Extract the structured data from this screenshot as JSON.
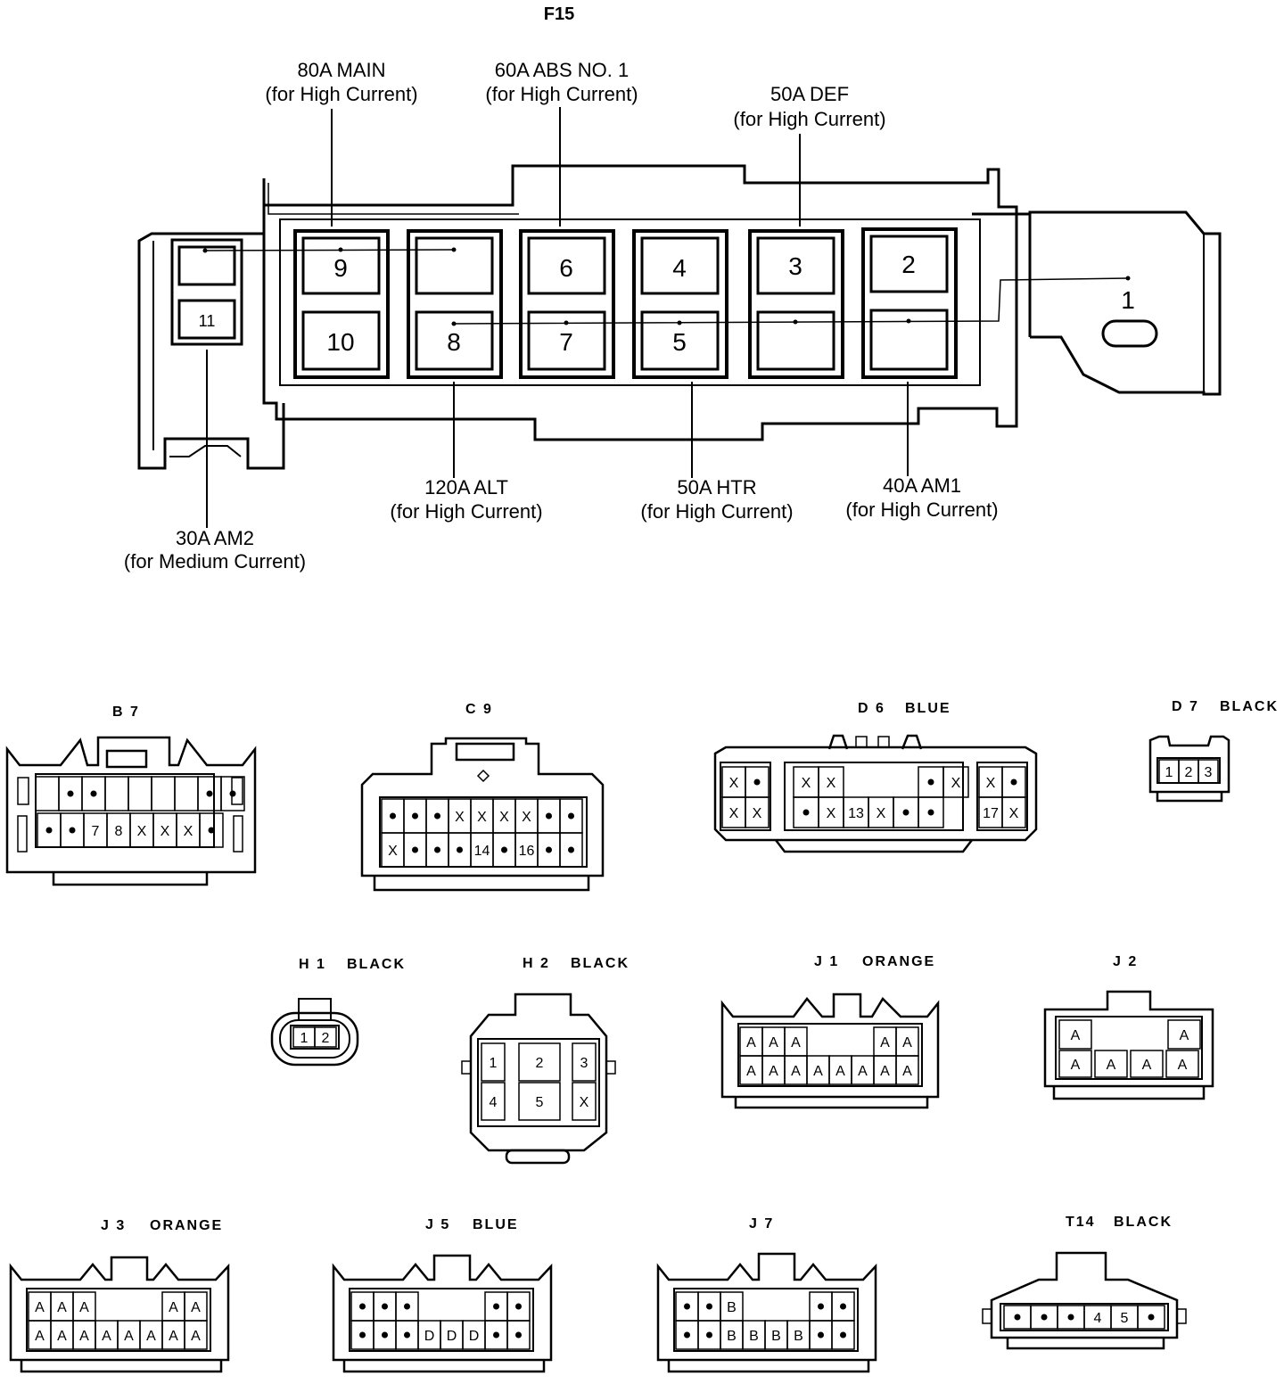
{
  "title": "F15",
  "fusible_labels": [
    {
      "amp": "80A MAIN",
      "type": "(for High Current)"
    },
    {
      "amp": "60A ABS NO. 1",
      "type": "(for High Current)"
    },
    {
      "amp": "50A DEF",
      "type": "(for High Current)"
    },
    {
      "amp": "120A ALT",
      "type": "(for High Current)"
    },
    {
      "amp": "50A HTR",
      "type": "(for High Current)"
    },
    {
      "amp": "40A AM1",
      "type": "(for High Current)"
    },
    {
      "amp": "30A AM2",
      "type": "(for Medium Current)"
    }
  ],
  "slot_numbers": {
    "s9": "9",
    "s10": "10",
    "s8": "8",
    "s6": "6",
    "s7": "7",
    "s4": "4",
    "s5": "5",
    "s3": "3",
    "s2": "2",
    "s1": "1",
    "s11": "11"
  },
  "connectors": {
    "B7": {
      "name": "B 7",
      "color": "",
      "rows": [
        [
          "",
          "•",
          "•",
          "",
          "",
          "",
          "",
          "•",
          "•"
        ],
        [
          "•",
          "•",
          "7",
          "8",
          "X",
          "X",
          "X",
          "•"
        ]
      ]
    },
    "C9": {
      "name": "C 9",
      "color": "",
      "rows": [
        [
          "•",
          "•",
          "•",
          "X",
          "X",
          "X",
          "X",
          "•",
          "•"
        ],
        [
          "X",
          "•",
          "•",
          "•",
          "14",
          "•",
          "16",
          "•",
          "•"
        ]
      ]
    },
    "D6": {
      "name": "D 6",
      "color": "BLUE",
      "left": [
        [
          "X",
          "•"
        ],
        [
          "X",
          "X"
        ]
      ],
      "mid": [
        [
          "X",
          "X",
          "",
          "",
          "",
          "•",
          "X"
        ],
        [
          "•",
          "X",
          "13",
          "X",
          "•",
          "•"
        ]
      ],
      "right": [
        [
          "X",
          "•"
        ],
        [
          "17",
          "X"
        ]
      ]
    },
    "D7": {
      "name": "D 7",
      "color": "BLACK",
      "rows": [
        [
          "1",
          "2",
          "3"
        ]
      ]
    },
    "H1": {
      "name": "H 1",
      "color": "BLACK",
      "rows": [
        [
          "1",
          "2"
        ]
      ]
    },
    "H2": {
      "name": "H 2",
      "color": "BLACK",
      "cells": [
        "1",
        "2",
        "3",
        "4",
        "5",
        "X"
      ]
    },
    "J1": {
      "name": "J 1",
      "color": "ORANGE",
      "rows": [
        [
          "A",
          "A",
          "A",
          "",
          "",
          "",
          "A",
          "A"
        ],
        [
          "A",
          "A",
          "A",
          "A",
          "A",
          "A",
          "A",
          "A"
        ]
      ]
    },
    "J2": {
      "name": "J 2",
      "color": "",
      "rows": [
        [
          "A",
          "",
          "",
          "A"
        ],
        [
          "A",
          "A",
          "A",
          "A"
        ]
      ]
    },
    "J3": {
      "name": "J 3",
      "color": "ORANGE",
      "rows": [
        [
          "A",
          "A",
          "A",
          "",
          "",
          "",
          "A",
          "A"
        ],
        [
          "A",
          "A",
          "A",
          "A",
          "A",
          "A",
          "A",
          "A"
        ]
      ]
    },
    "J5": {
      "name": "J 5",
      "color": "BLUE",
      "rows": [
        [
          "•",
          "•",
          "•",
          "",
          "",
          "",
          "•",
          "•"
        ],
        [
          "•",
          "•",
          "•",
          "D",
          "D",
          "D",
          "•",
          "•"
        ]
      ]
    },
    "J7": {
      "name": "J 7",
      "color": "",
      "rows": [
        [
          "•",
          "•",
          "B",
          "",
          "",
          "",
          "•",
          "•"
        ],
        [
          "•",
          "•",
          "B",
          "B",
          "B",
          "B",
          "•",
          "•"
        ]
      ]
    },
    "T14": {
      "name": "T14",
      "color": "BLACK",
      "rows": [
        [
          "•",
          "•",
          "•",
          "4",
          "5",
          "•"
        ]
      ]
    }
  }
}
